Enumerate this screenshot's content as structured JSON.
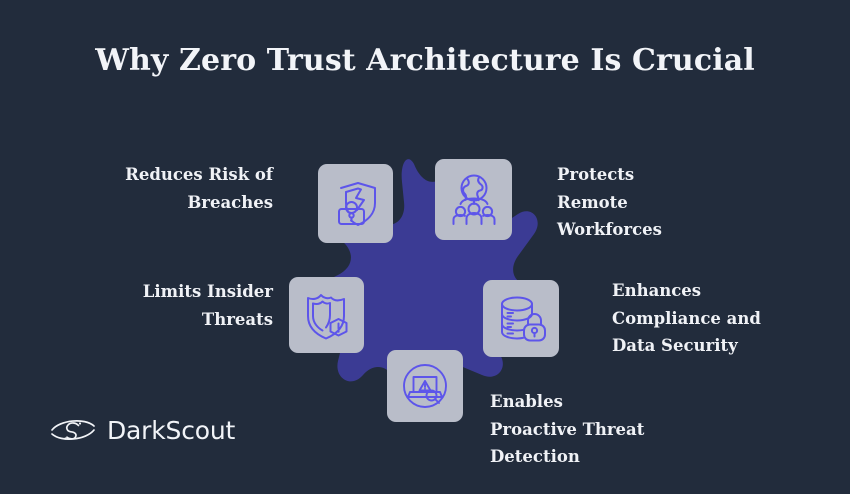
{
  "page": {
    "background_color": "#222c3c",
    "title": "Why Zero Trust Architecture Is Crucial"
  },
  "theme": {
    "background": "#222c3c",
    "accent_purple": "#3b3b94",
    "icon_stroke": "#5d55ea",
    "card_background": "#b9bdc9",
    "text_color": "#f0f2f6"
  },
  "center_graphic": {
    "name": "starburst-hub",
    "fill_color": "#3b3b94",
    "points": 6
  },
  "benefits": [
    {
      "id": "breaches",
      "label": "Reduces Risk of\nBreaches",
      "icon": "broken-shield-lock-icon",
      "align": "right",
      "position": "top-left"
    },
    {
      "id": "remote",
      "label": "Protects\nRemote\nWorkforces",
      "icon": "globe-people-icon",
      "align": "left",
      "position": "top-right"
    },
    {
      "id": "insider",
      "label": "Limits Insider\nThreats",
      "icon": "shield-alert-icon",
      "align": "right",
      "position": "middle-left"
    },
    {
      "id": "compliance",
      "label": "Enhances\nCompliance and\nData Security",
      "icon": "database-lock-icon",
      "align": "left",
      "position": "middle-right"
    },
    {
      "id": "detection",
      "label": "Enables\nProactive Threat\nDetection",
      "icon": "laptop-threat-scan-icon",
      "align": "left",
      "position": "bottom"
    }
  ],
  "brand": {
    "name": "DarkScout",
    "mark": "eye-logo-icon"
  }
}
